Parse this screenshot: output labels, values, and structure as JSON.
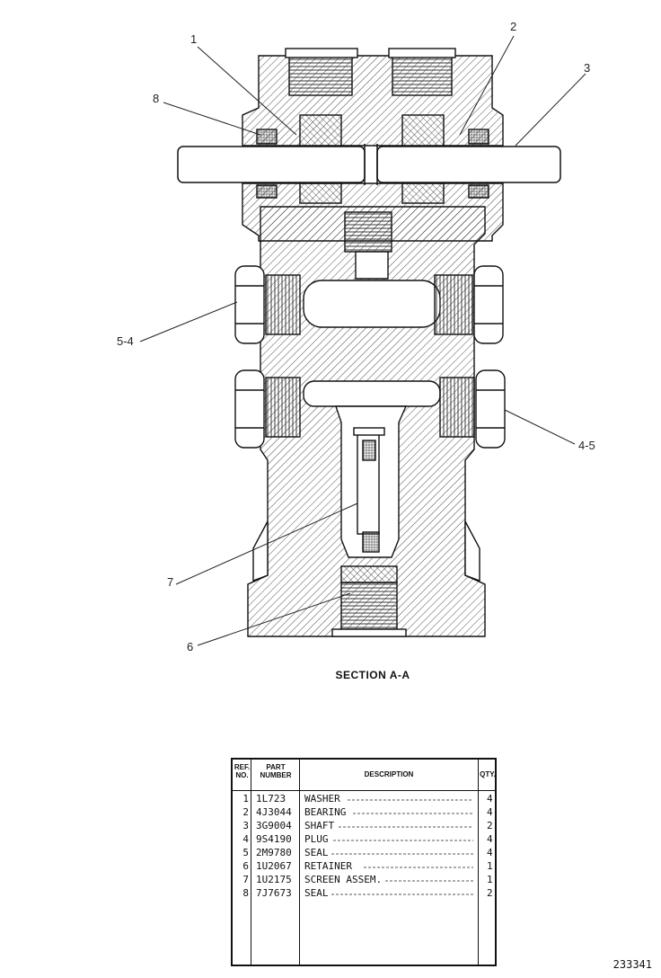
{
  "drawing": {
    "section_label": "SECTION A-A",
    "callouts": [
      "1",
      "2",
      "3",
      "8",
      "5-4",
      "4-5",
      "7",
      "6"
    ],
    "figure_number": "233341"
  },
  "parts_table": {
    "headers": {
      "ref": "REF. NO.",
      "part": "PART NUMBER",
      "desc": "DESCRIPTION",
      "qty": "QTY."
    },
    "rows": [
      {
        "ref": "1",
        "part": "1L723",
        "desc": "WASHER",
        "qty": "4"
      },
      {
        "ref": "2",
        "part": "4J3044",
        "desc": "BEARING",
        "qty": "4"
      },
      {
        "ref": "3",
        "part": "3G9004",
        "desc": "SHAFT",
        "qty": "2"
      },
      {
        "ref": "4",
        "part": "9S4190",
        "desc": "PLUG",
        "qty": "4"
      },
      {
        "ref": "5",
        "part": "2M9780",
        "desc": "SEAL",
        "qty": "4"
      },
      {
        "ref": "6",
        "part": "1U2067",
        "desc": "RETAINER",
        "qty": "1"
      },
      {
        "ref": "7",
        "part": "1U2175",
        "desc": "SCREEN ASSEM.",
        "qty": "1"
      },
      {
        "ref": "8",
        "part": "7J7673",
        "desc": "SEAL",
        "qty": "2"
      }
    ]
  }
}
